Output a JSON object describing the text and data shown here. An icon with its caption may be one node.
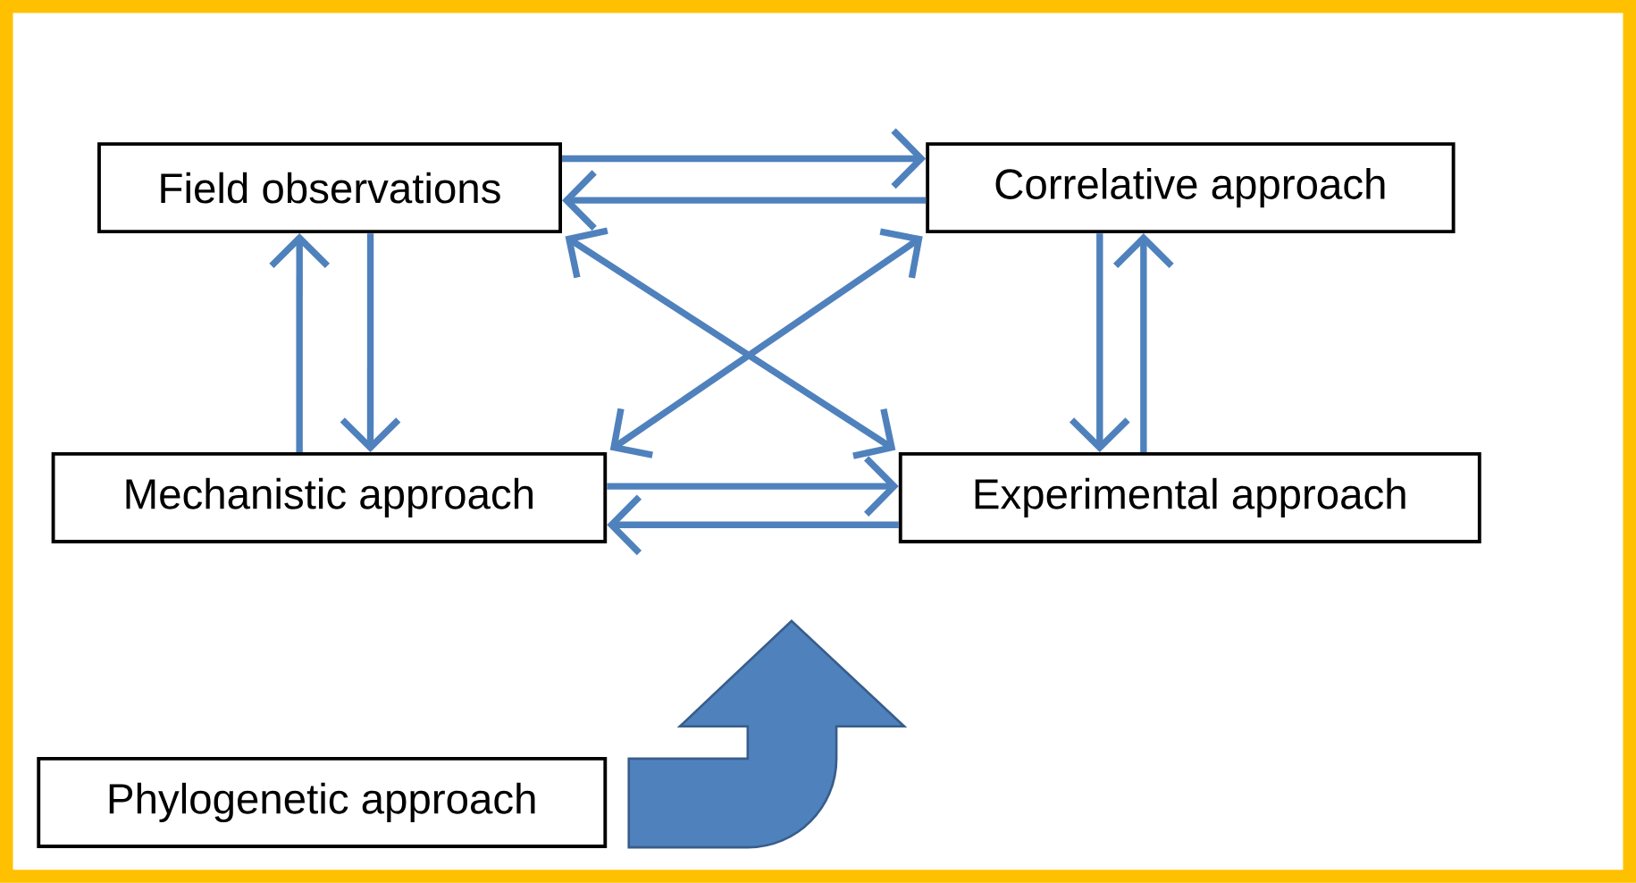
{
  "diagram": {
    "nodes": [
      {
        "text": [
          "Field observations"
        ]
      },
      {
        "text": [
          "Correlative approach"
        ]
      },
      {
        "text": [
          "Mechanistic approach"
        ]
      },
      {
        "text": [
          "Experimental approach"
        ]
      },
      {
        "text": [
          "Phylogenetic approach"
        ]
      }
    ],
    "edges": [
      {
        "from": 0,
        "to": 1,
        "arrow": "to"
      },
      {
        "from": 1,
        "to": 0,
        "arrow": "to"
      },
      {
        "from": 0,
        "to": 2,
        "arrow": "to"
      },
      {
        "from": 2,
        "to": 0,
        "arrow": "to"
      },
      {
        "from": 1,
        "to": 3,
        "arrow": "to"
      },
      {
        "from": 3,
        "to": 1,
        "arrow": "to"
      },
      {
        "from": 2,
        "to": 3,
        "arrow": "to"
      },
      {
        "from": 3,
        "to": 2,
        "arrow": "to"
      },
      {
        "from": 0,
        "to": 3,
        "arrow": "both"
      },
      {
        "from": 1,
        "to": 2,
        "arrow": "both"
      },
      {
        "from": 4,
        "to": null,
        "arrow": "to"
      }
    ]
  }
}
